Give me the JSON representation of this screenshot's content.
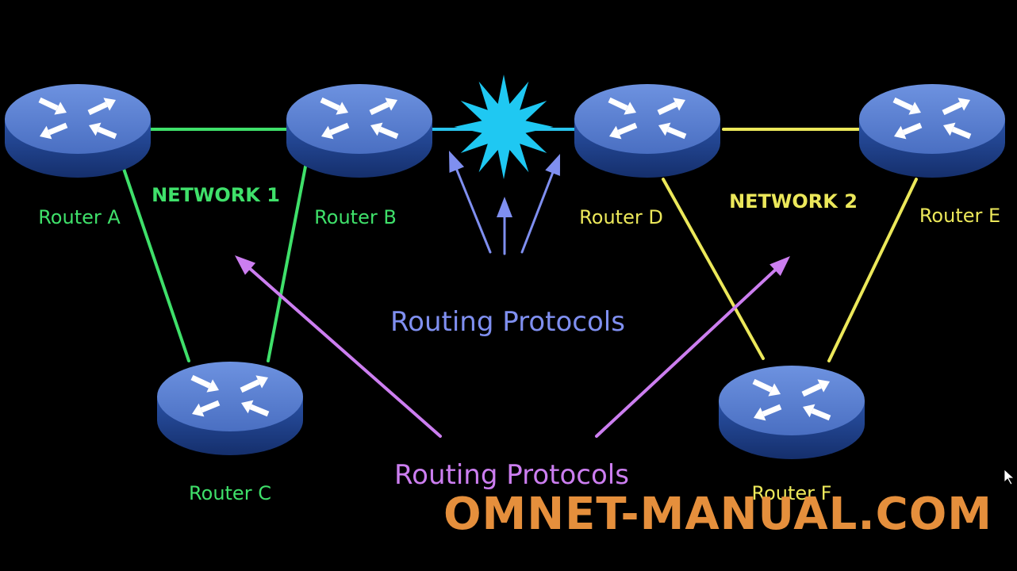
{
  "diagram": {
    "networks": [
      {
        "id": "n1",
        "label": "NETWORK 1",
        "color": "#3fe06a"
      },
      {
        "id": "n2",
        "label": "NETWORK 2",
        "color": "#ece85a"
      }
    ],
    "routers": [
      {
        "id": "A",
        "label": "Router A",
        "network": "n1"
      },
      {
        "id": "B",
        "label": "Router B",
        "network": "n1"
      },
      {
        "id": "C",
        "label": "Router C",
        "network": "n1"
      },
      {
        "id": "D",
        "label": "Router D",
        "network": "n2"
      },
      {
        "id": "E",
        "label": "Router E",
        "network": "n2"
      },
      {
        "id": "F",
        "label": "Router F",
        "network": "n2"
      }
    ],
    "links": [
      {
        "from": "A",
        "to": "B",
        "color": "#3fe06a"
      },
      {
        "from": "A",
        "to": "C",
        "color": "#3fe06a"
      },
      {
        "from": "B",
        "to": "C",
        "color": "#3fe06a"
      },
      {
        "from": "D",
        "to": "E",
        "color": "#ece85a"
      },
      {
        "from": "D",
        "to": "F",
        "color": "#ece85a"
      },
      {
        "from": "E",
        "to": "F",
        "color": "#ece85a"
      },
      {
        "from": "B",
        "to": "D",
        "color": "#29c4ee",
        "broken": true
      }
    ],
    "captions": {
      "blue": {
        "text": "Routing Protocols",
        "color": "#7f8ff0"
      },
      "purple": {
        "text": "Routing Protocols",
        "color": "#cc7ef0"
      }
    },
    "colors": {
      "background": "#000000",
      "router_top": "#5a7fd0",
      "router_body": "#1e3f86",
      "burst": "#1fc8f2",
      "blue_arrow": "#7f8ff0",
      "purple_arrow": "#cc7ef0"
    },
    "icons": [
      "router-icon",
      "collision-burst-icon",
      "arrow-up-icon"
    ]
  },
  "watermark": {
    "text": "OMNET-MANUAL.COM",
    "color": "#e58f3c"
  }
}
